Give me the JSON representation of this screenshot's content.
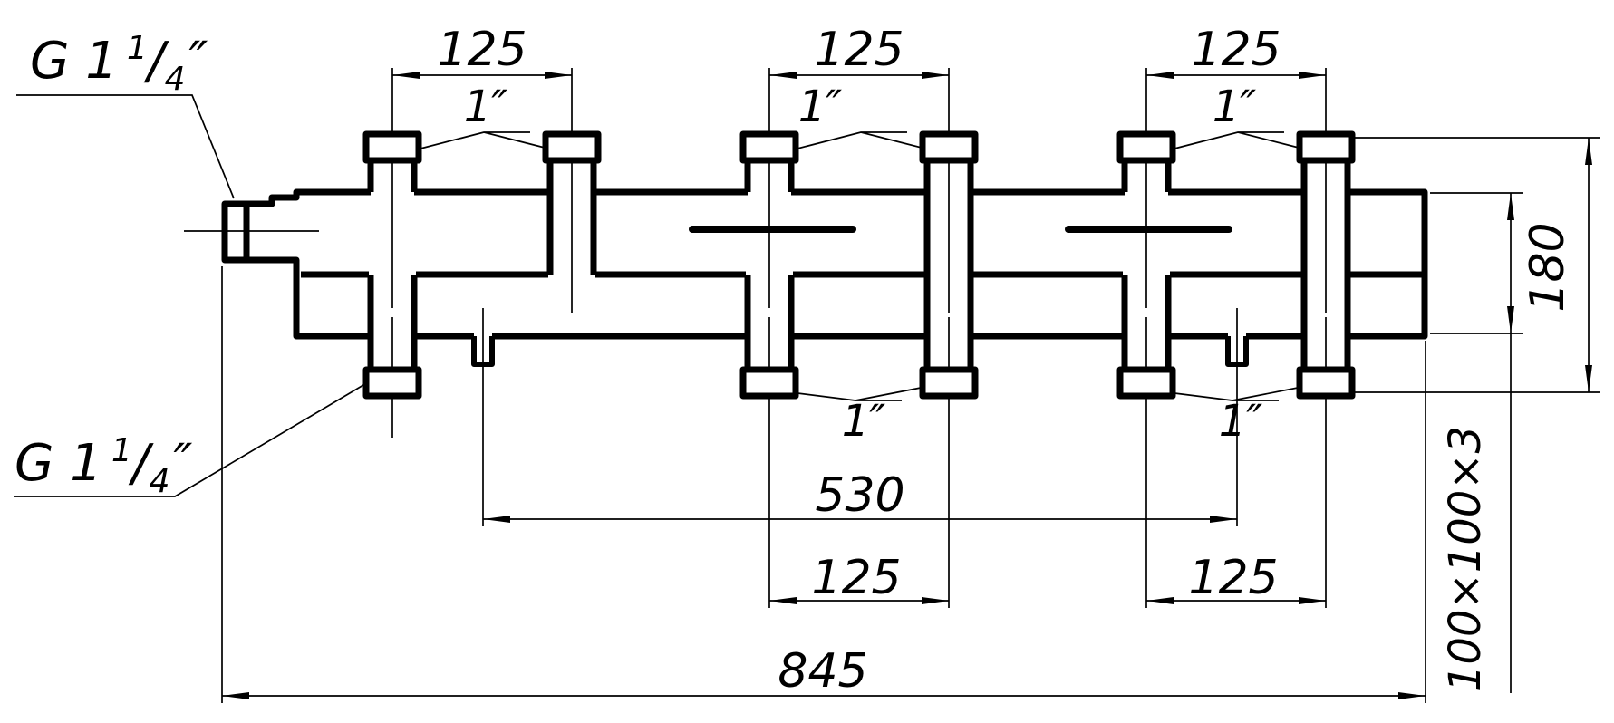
{
  "colors": {
    "line": "#000000",
    "background": "#ffffff"
  },
  "dimensions": {
    "top_port_spacing": [
      "125",
      "125",
      "125"
    ],
    "bottom_port_spacing": [
      "125",
      "125"
    ],
    "stub_spacing": "530",
    "overall_length": "845",
    "overall_height": "180",
    "body_profile": "100×100×3"
  },
  "labels": {
    "port_size": "1″",
    "thread": {
      "base": "G 1",
      "numerator": "1",
      "slash": "∕",
      "denominator": "4",
      "unit": "″"
    }
  }
}
